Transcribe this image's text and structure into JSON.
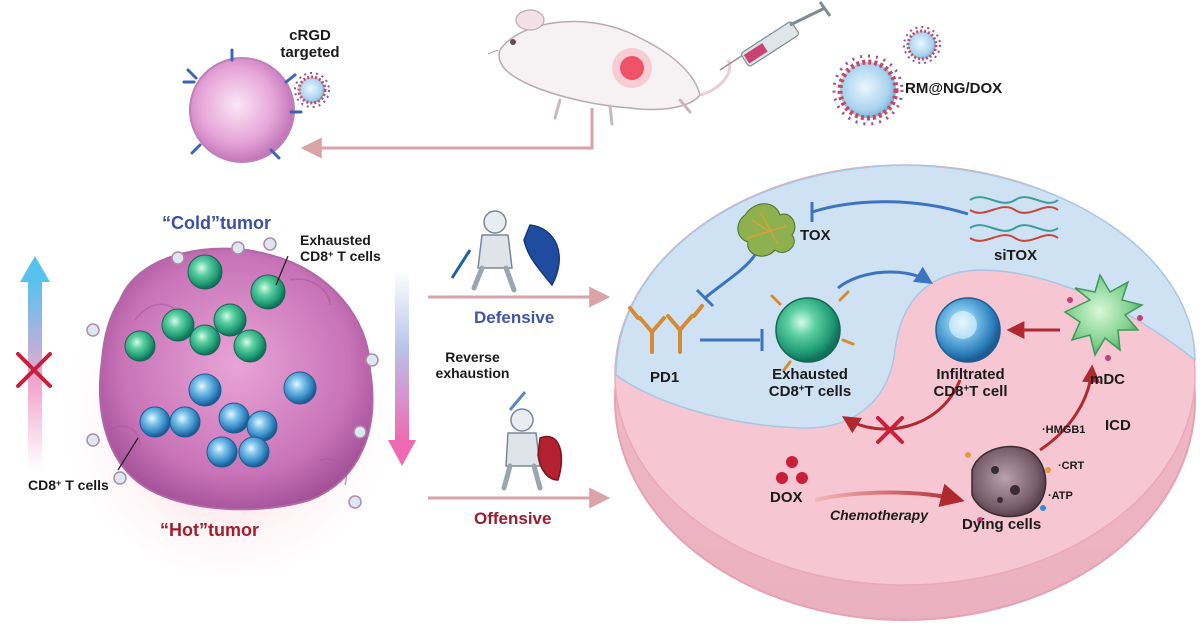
{
  "labels": {
    "crgd": "cRGD",
    "targeted": "targeted",
    "rmngdox": "RM@NG/DOX",
    "cold_tumor": "“Cold”tumor",
    "hot_tumor": "“Hot”tumor",
    "exhausted_line1": "Exhausted",
    "exhausted_line2_a": "CD8",
    "exhausted_line2_sup": "+",
    "exhausted_line2_b": " T cells",
    "cd8_a": "CD8",
    "cd8_sup": "+",
    "cd8_b": " T cells",
    "reverse": "Reverse",
    "exhaustion": "exhaustion",
    "defensive": "Defensive",
    "offensive": "Offensive",
    "tox": "TOX",
    "sitox": "siTOX",
    "pd1": "PD1",
    "exh_panel_line1": "Exhausted",
    "exh_panel_a": "CD8",
    "exh_panel_sup": "+",
    "exh_panel_b": "T cells",
    "inf_line1": "Infiltrated",
    "inf_a": "CD8",
    "inf_sup": "+",
    "inf_b": "T cell",
    "mdc": "mDC",
    "icd": "ICD",
    "hmgb1": "·HMGB1",
    "crt": "·CRT",
    "atp": "·ATP",
    "dox": "DOX",
    "chemotherapy": "Chemotherapy",
    "dying": "Dying cells"
  },
  "colors": {
    "cold_blue": "#3b4fa8",
    "hot_red": "#a11e2e",
    "arrow_pink": "#d9a3a8",
    "inhibit_blue": "#3d74c0",
    "promote_red": "#b2282f",
    "panel_blue": "#cfe2f3",
    "panel_pink": "#f6c7d2"
  },
  "icons": [
    "mouse-icon",
    "syringe-icon",
    "nanogel-icon",
    "knight-shield-blue-icon",
    "knight-sword-red-icon",
    "cross-mark-icon",
    "t-cell-icon",
    "dendritic-cell-icon",
    "dying-cell-icon",
    "dna-icon",
    "protein-icon",
    "antibody-icon"
  ]
}
